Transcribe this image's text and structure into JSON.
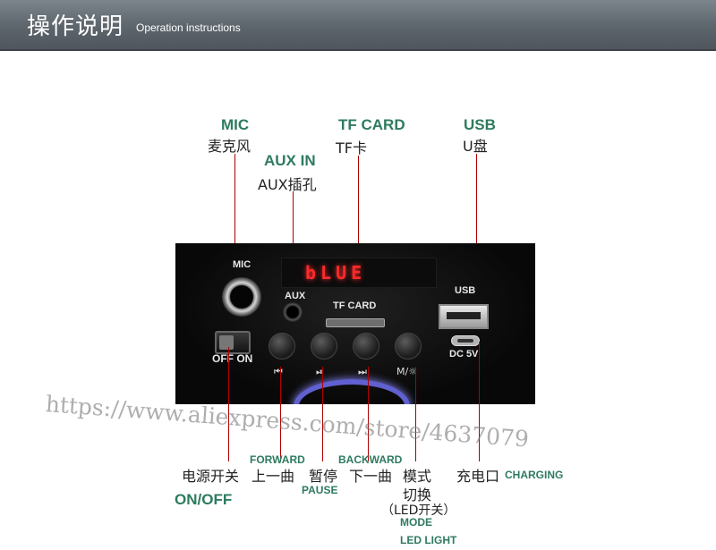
{
  "header": {
    "title_cn": "操作说明",
    "title_en": "Operation instructions",
    "background": "#5d656c"
  },
  "labels": {
    "mic": {
      "en": "MIC",
      "cn": "麦克风"
    },
    "tf_card": {
      "en": "TF CARD",
      "cn": "TF卡"
    },
    "usb": {
      "en": "USB",
      "cn": "U盘"
    },
    "aux_in": {
      "en": "AUX IN",
      "cn": "AUX插孔"
    },
    "power": {
      "cn": "电源开关",
      "en": "ON/OFF"
    },
    "forward": {
      "en": "FORWARD",
      "cn": "上一曲"
    },
    "pause": {
      "cn": "暂停",
      "en": "PAUSE"
    },
    "backward": {
      "en": "BACKWARD",
      "cn": "下一曲"
    },
    "mode": {
      "cn": "模式",
      "cn2": "切换",
      "cn3": "（LED开关）",
      "en": "MODE",
      "en2": "LED LIGHT"
    },
    "charging": {
      "cn": "充电口",
      "en": "CHARGING"
    }
  },
  "panel": {
    "display_text": "bLUE",
    "mic": "MIC",
    "aux": "AUX",
    "tf_card": "TF CARD",
    "usb": "USB",
    "dc": "DC 5V",
    "off_on": "OFF ON",
    "prev_glyph": "⏮",
    "play_glyph": "⏯",
    "next_glyph": "⏭",
    "mode_glyph": "M/☼"
  },
  "watermark": "https://www.aliexpress.com/store/4637079",
  "colors": {
    "label_green": "#2e7b5f",
    "leader_red": "#b00000",
    "led_red": "#ff2a2a",
    "panel": "#0a0a0a"
  }
}
